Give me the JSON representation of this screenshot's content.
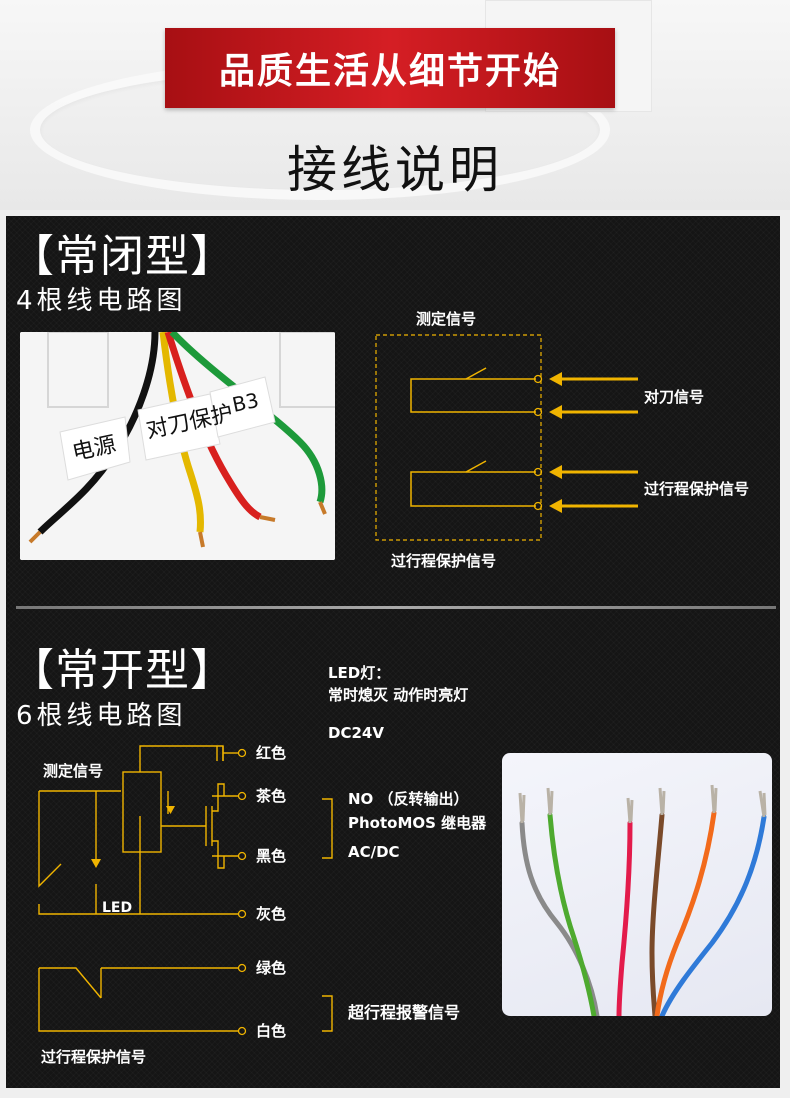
{
  "hero": {
    "banner": "品质生活从细节开始",
    "subtitle": "接线说明"
  },
  "nc": {
    "title": "【常闭型】",
    "subtitle": "4根线电路图",
    "label_measure": "测定信号",
    "label_tool": "对刀信号",
    "label_overtravel_right": "过行程保护信号",
    "label_overtravel_bottom": "过行程保护信号",
    "photo_tags": [
      "电源",
      "对刀保护",
      "B3"
    ]
  },
  "no": {
    "title": "【常开型】",
    "subtitle": "6根线电路图",
    "led_title": "LED灯：",
    "led_desc": "常时熄灭  动作时亮灯",
    "voltage": "DC24V",
    "label_measure": "测定信号",
    "led": "LED",
    "wires": [
      "红色",
      "茶色",
      "黑色",
      "灰色",
      "绿色",
      "白色"
    ],
    "relay_line1": "NO （反转输出）",
    "relay_line2": "PhotoMOS 继电器",
    "relay_line3": "AC/DC",
    "overtravel_alarm": "超行程报警信号",
    "overtravel_protect": "过行程保护信号"
  },
  "colors": {
    "accent": "#f0b400",
    "banner_red": "#c8161d",
    "panel_bg": "#151515"
  }
}
